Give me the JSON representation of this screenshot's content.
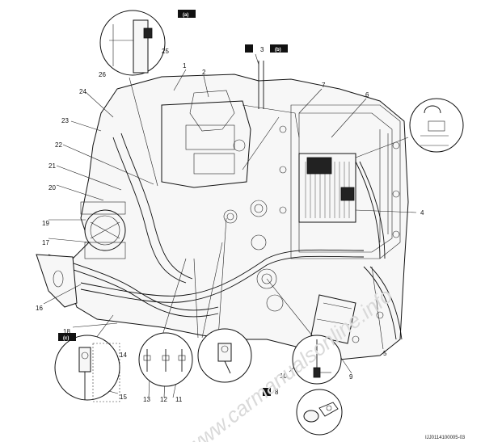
{
  "callouts": {
    "c1": "1",
    "c2": "2",
    "c3": "3",
    "c4": "4",
    "c5": "5",
    "c6": "6",
    "c7": "7",
    "c8": "8",
    "c9": "9",
    "c10": "10",
    "c11": "11",
    "c12": "12",
    "c13": "13",
    "c14": "14",
    "c15": "15",
    "c16": "16",
    "c17": "17",
    "c18": "18",
    "c19": "19",
    "c20": "20",
    "c21": "21",
    "c22": "22",
    "c23": "23",
    "c24": "24",
    "c25": "25",
    "c26": "26"
  },
  "torque_tags": {
    "a": "(a)",
    "b": "(b)",
    "c": "(c)"
  },
  "watermark": "www.carmanualsonline.info",
  "figure_code": "IJJ0114100005-03"
}
